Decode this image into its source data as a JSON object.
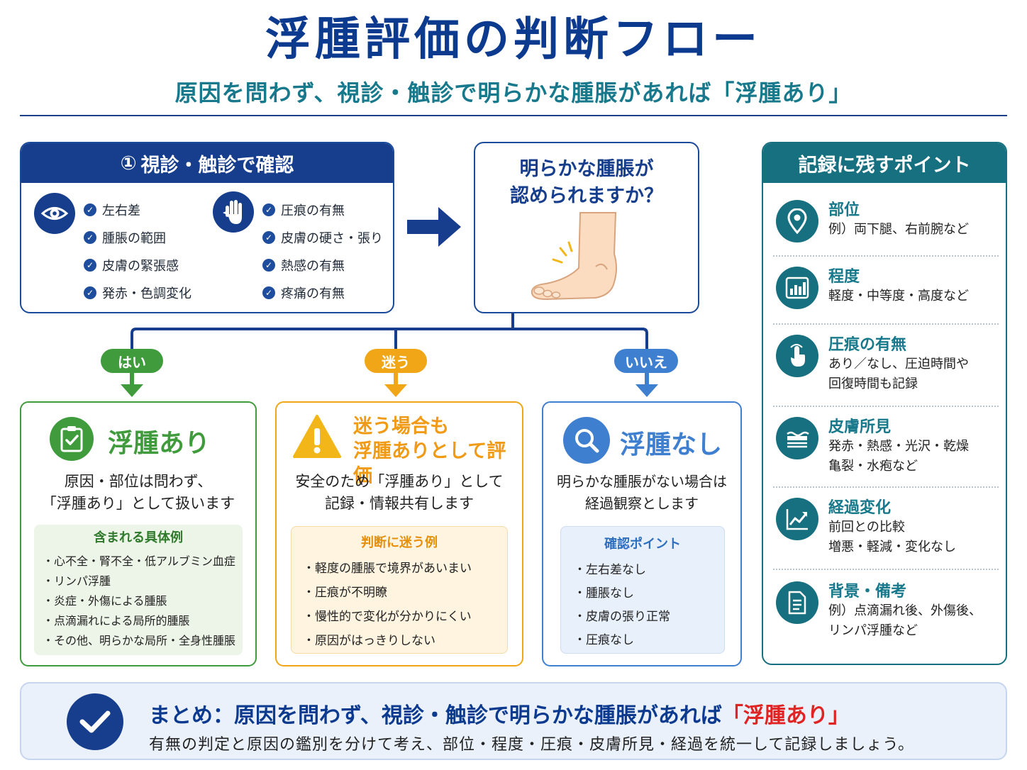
{
  "header": {
    "title": "浮腫評価の判断フロー",
    "subtitle": "原因を問わず、視診・触診で明らかな腫脹があれば「浮腫あり」"
  },
  "step1": {
    "number": "①",
    "title": "視診・触診で確認",
    "visual_icon": "eye-icon",
    "palpation_icon": "hand-icon",
    "visual_items": [
      "左右差",
      "腫脹の範囲",
      "皮膚の緊張感",
      "発赤・色調変化"
    ],
    "palpation_items": [
      "圧痕の有無",
      "皮膚の硬さ・張り",
      "熱感の有無",
      "疼痛の有無"
    ]
  },
  "question": {
    "line1": "明らかな腫脹が",
    "line2": "認められますか？",
    "icon": "swollen-foot-icon"
  },
  "branches": {
    "yes": "はい",
    "unsure": "迷う",
    "no": "いいえ"
  },
  "results": {
    "edema": {
      "icon": "clipboard-check-icon",
      "title": "浮腫あり",
      "desc_line1": "原因・部位は問わず、",
      "desc_line2": "「浮腫あり」として扱います",
      "sub_title": "含まれる具体例",
      "items": [
        "・心不全・腎不全・低アルブミン血症",
        "・リンパ浮腫",
        "・炎症・外傷による腫脹",
        "・点滴漏れによる局所的腫脹",
        "・その他、明らかな局所・全身性腫脹"
      ]
    },
    "unsure": {
      "icon": "warning-icon",
      "title_line1": "迷う場合も",
      "title_line2": "浮腫ありとして評価",
      "desc_line1": "安全のため「浮腫あり」として",
      "desc_line2": "記録・情報共有します",
      "sub_title": "判断に迷う例",
      "items": [
        "・軽度の腫脹で境界があいまい",
        "・圧痕が不明瞭",
        "・慢性的で変化が分かりにくい",
        "・原因がはっきりしない"
      ]
    },
    "none": {
      "icon": "magnifier-icon",
      "title": "浮腫なし",
      "desc_line1": "明らかな腫脹がない場合は",
      "desc_line2": "経過観察とします",
      "sub_title": "確認ポイント",
      "items": [
        "・左右差なし",
        "・腫脹なし",
        "・皮膚の張り正常",
        "・圧痕なし"
      ]
    }
  },
  "record": {
    "title": "記録に残すポイント",
    "items": [
      {
        "icon": "location-pin-icon",
        "title": "部位",
        "desc": "例）両下腿、右前腕など"
      },
      {
        "icon": "bar-chart-icon",
        "title": "程度",
        "desc": "軽度・中等度・高度など"
      },
      {
        "icon": "press-finger-icon",
        "title": "圧痕の有無",
        "desc": "あり／なし、圧迫時間や\n回復時間も記録"
      },
      {
        "icon": "skin-layers-icon",
        "title": "皮膚所見",
        "desc": "発赤・熱感・光沢・乾燥\n亀裂・水疱など"
      },
      {
        "icon": "trend-line-icon",
        "title": "経過変化",
        "desc": "前回との比較\n増悪・軽減・変化なし"
      },
      {
        "icon": "document-icon",
        "title": "背景・備考",
        "desc": "例）点滴漏れ後、外傷後、\nリンパ浮腫など"
      }
    ]
  },
  "summary": {
    "icon": "check-circle-icon",
    "line1": "まとめ：原因を問わず、視診・触診で明らかな腫脹があれば",
    "line1_highlight": "「浮腫あり」",
    "line2": "有無の判定と原因の鑑別を分けて考え、部位・程度・圧痕・皮膚所見・経過を統一して記録しましょう。"
  },
  "colors": {
    "navy": "#163e8c",
    "teal": "#17707f",
    "green": "#3f9b3c",
    "orange": "#f0a616",
    "blue": "#3f7fd0",
    "red": "#e02424"
  }
}
